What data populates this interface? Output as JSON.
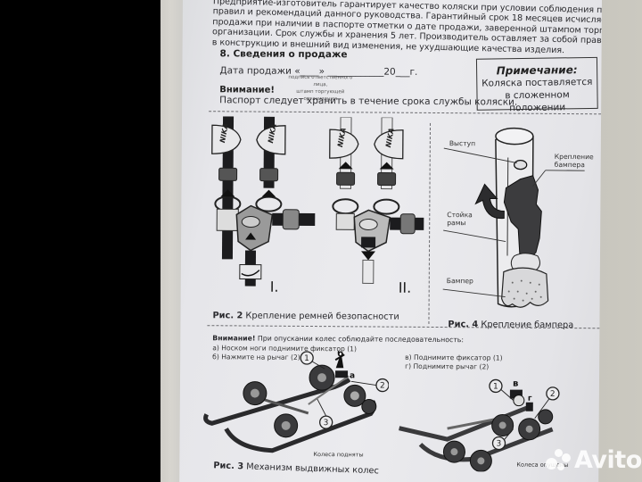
{
  "document": {
    "warranty_lines": [
      "Предприятие-изготовитель гарантирует качество коляски при условии соблюдения потребителем",
      "правил и рекомендаций данного руководства. Гарантийный срок 18 месяцев исчисляется со дня",
      "продажи при наличии в паспорте отметки о дате продажи, заверенной штампом торгующей",
      "организации. Срок службы и хранения 5 лет. Производитель оставляет за собой право вносить",
      "в конструкцию и внешний вид изменения, не ухудшающие качества изделия."
    ],
    "section8": {
      "title": "8. Сведения о продаже",
      "sale_date": "Дата продажи «____» ____________20___г.",
      "sale_sub_1": "подпись ответственного лица,",
      "sale_sub_2": "штамп торгующей организации",
      "attention_title": "Внимание!",
      "attention_text": "Паспорт следует хранить в течение срока службы коляски."
    },
    "note_box": {
      "title": "Примечание:",
      "line1": "Коляска поставляется",
      "line2": "в сложенном положении"
    },
    "fig2": {
      "caption_num": "Рис. 2",
      "caption_text": "Крепление ремней безопасности",
      "brand": "NIKA",
      "label_1": "I.",
      "label_2": "II."
    },
    "fig4": {
      "caption_num": "Рис. 4",
      "caption_text": "Крепление бампера",
      "labels": {
        "protrusion": "Выступ",
        "bumper_mount_1": "Крепление",
        "bumper_mount_2": "бампера",
        "frame_post_1": "Стойка",
        "frame_post_2": "рамы",
        "bumper": "Бампер"
      }
    },
    "instructions": {
      "title_bold": "Внимание!",
      "title_rest": " При опускании колес соблюдайте последовательность:",
      "a": "а) Носком ноги поднимите фиксатор (1)",
      "b": "б) Нажмите на рычаг (2)",
      "v": "в) Поднимите фиксатор (1)",
      "g": "г) Поднимите рычаг (2)"
    },
    "fig3": {
      "caption_num": "Рис. 3",
      "caption_text": "Механизм выдвижных колес",
      "left_state": "Колеса подняты",
      "right_state": "Колеса опущены",
      "markers_left": [
        "1",
        "б",
        "а",
        "2",
        "3"
      ],
      "markers_right": [
        "1",
        "в",
        "г",
        "2",
        "3"
      ]
    }
  },
  "watermark": {
    "text": "Avito"
  },
  "colors": {
    "paper": "#e8e8eb",
    "ink": "#222226",
    "wall": "#cbc9c1",
    "letterbox": "#000000"
  }
}
